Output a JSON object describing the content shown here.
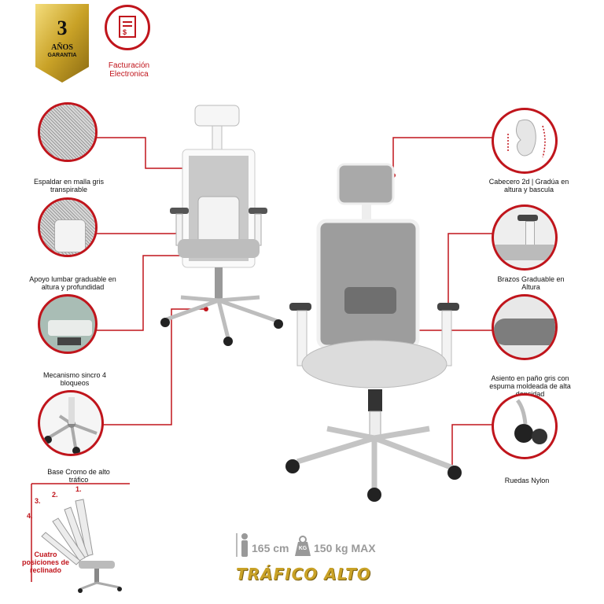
{
  "badge": {
    "years": "3",
    "line1": "AÑOS",
    "line2": "GARANTIA"
  },
  "invoice": {
    "line1": "Facturación",
    "line2": "Electronica"
  },
  "features_left": [
    {
      "label": "Espaldar en malla gris transpirable"
    },
    {
      "label": "Apoyo lumbar graduable en altura y profundidad"
    },
    {
      "label": "Mecanismo sincro 4 bloqueos"
    },
    {
      "label": "Base Cromo de alto tráfico"
    }
  ],
  "features_right": [
    {
      "label": "Cabecero 2d | Gradúa en altura y bascula"
    },
    {
      "label": "Brazos Graduable en Altura"
    },
    {
      "label": "Asiento en paño gris con espuma moldeada de alta densidad"
    },
    {
      "label": "Ruedas Nylon"
    }
  ],
  "recline": {
    "positions": [
      "1.",
      "2.",
      "3.",
      "4."
    ],
    "label": "Cuatro posiciones de reclinado"
  },
  "specs": {
    "height": "165 cm",
    "kg_badge": "KG",
    "weight": "150 kg MAX"
  },
  "traffic": "TRÁFICO ALTO",
  "colors": {
    "accent": "#c0151c",
    "gold": "#c9a227"
  }
}
